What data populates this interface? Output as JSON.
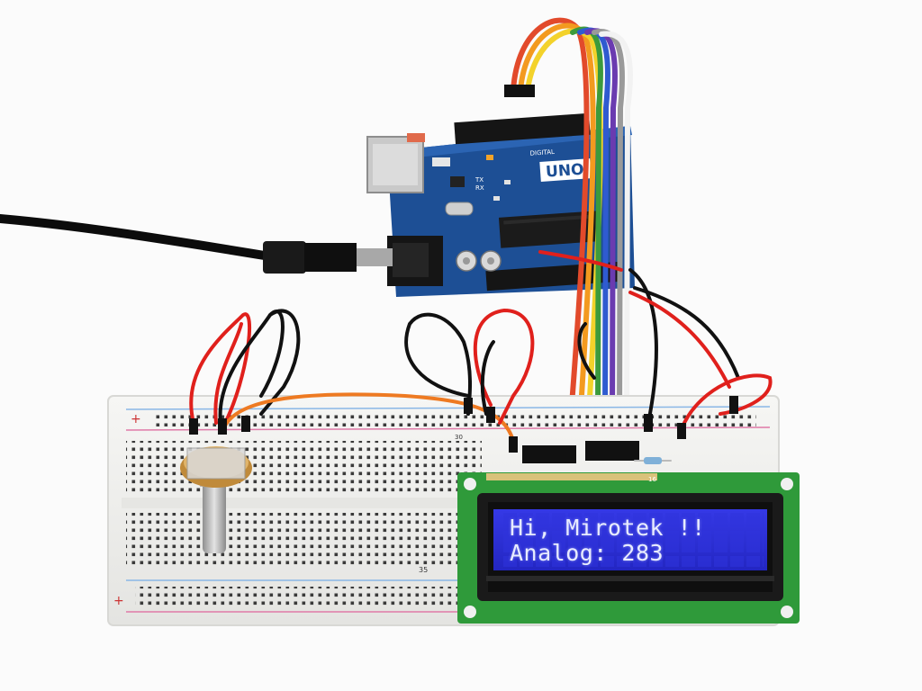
{
  "lcd": {
    "line1": "Hi, Mirotek !!",
    "line2": "Analog: 283"
  },
  "arduino": {
    "board_name": "UNO",
    "tx_label": "TX",
    "rx_label": "RX",
    "digital_label": "DIGITAL"
  },
  "breadboard": {
    "row_number_top": "30",
    "row_number_bottom": "35"
  },
  "lcd_header": {
    "pin_16_label": "16"
  },
  "colors": {
    "lcd_backlight": "#2b2ed6",
    "lcd_pcb": "#2f9a3a",
    "arduino_pcb": "#1d4f95",
    "breadboard": "#f2f2f0"
  }
}
